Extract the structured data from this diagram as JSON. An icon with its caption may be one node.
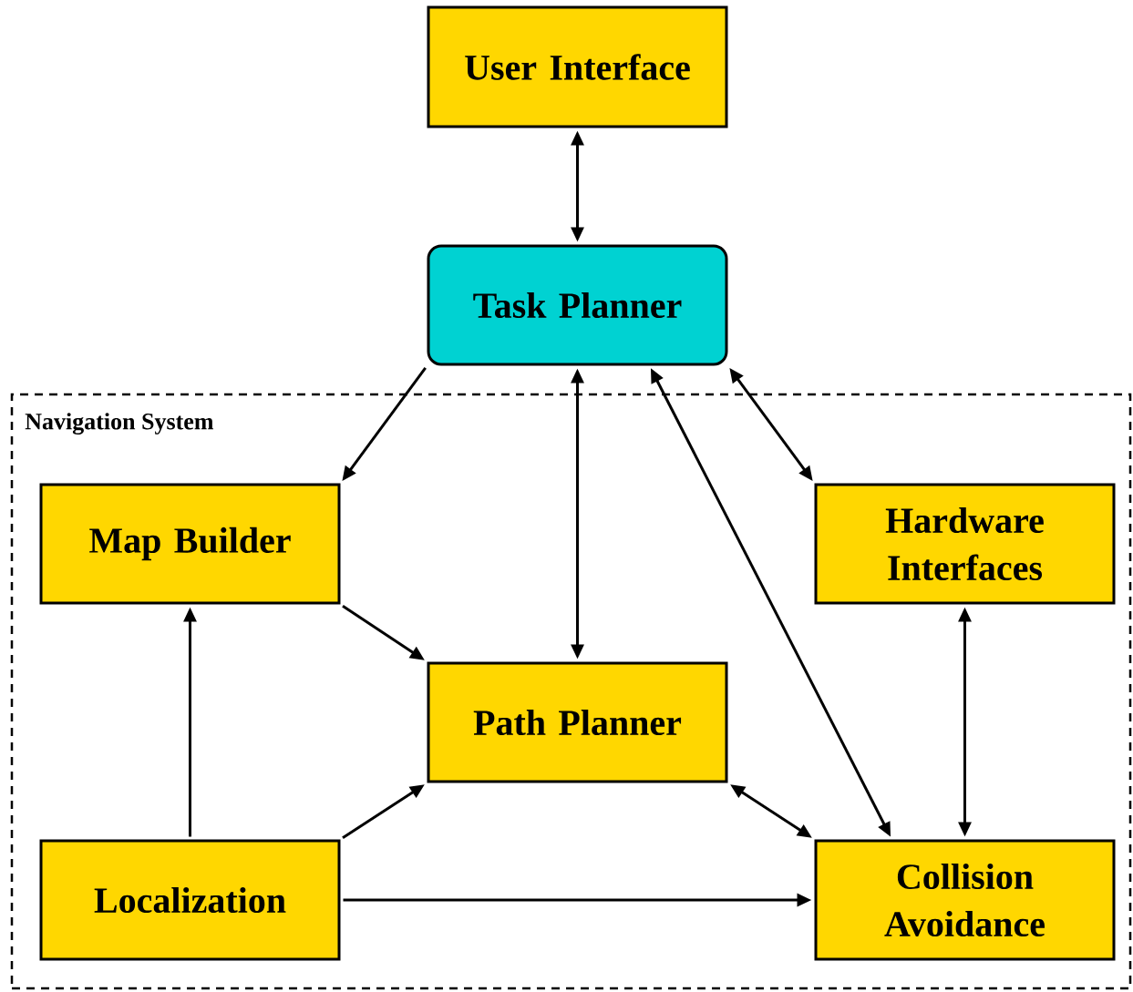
{
  "diagram": {
    "nodes": [
      {
        "text": [
          "User Interface"
        ]
      },
      {
        "text": [
          "Task Planner"
        ]
      },
      {
        "text": [
          "Navigation System"
        ]
      },
      {
        "text": [
          "Map Builder"
        ],
        "in": 2
      },
      {
        "text": [
          "Hardware Interfaces"
        ],
        "in": 2
      },
      {
        "text": [
          "Path Planner"
        ],
        "in": 2
      },
      {
        "text": [
          "Localization"
        ],
        "in": 2
      },
      {
        "text": [
          "Collision Avoidance"
        ],
        "in": 2
      }
    ],
    "edges": [
      {
        "from": 0,
        "to": 1,
        "arrow": "both"
      },
      {
        "from": 1,
        "to": 3,
        "arrow": "to"
      },
      {
        "from": 1,
        "to": 5,
        "arrow": "both"
      },
      {
        "from": 1,
        "to": 7,
        "arrow": "both"
      },
      {
        "from": 1,
        "to": 4,
        "arrow": "both"
      },
      {
        "from": 3,
        "to": 5,
        "arrow": "to"
      },
      {
        "from": 6,
        "to": 3,
        "arrow": "to"
      },
      {
        "from": 6,
        "to": 5,
        "arrow": "to"
      },
      {
        "from": 6,
        "to": 7,
        "arrow": "to"
      },
      {
        "from": 5,
        "to": 7,
        "arrow": "both"
      },
      {
        "from": 4,
        "to": 7,
        "arrow": "both"
      }
    ]
  }
}
